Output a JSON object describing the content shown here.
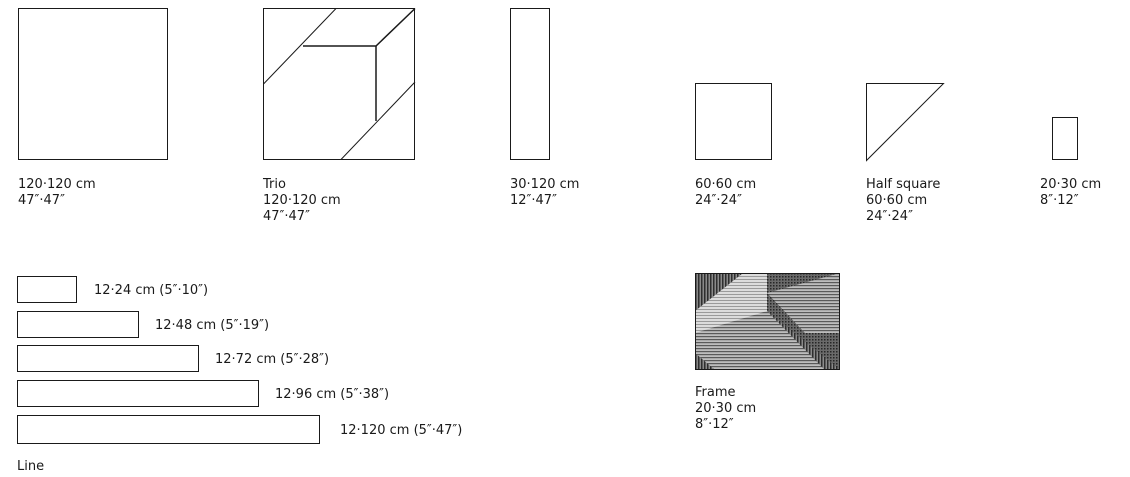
{
  "items": [
    {
      "lines": [
        "120·120 cm",
        "47″·47″"
      ]
    },
    {
      "lines": [
        "Trio",
        "120·120 cm",
        "47″·47″"
      ]
    },
    {
      "lines": [
        "30·120 cm",
        "12″·47″"
      ]
    },
    {
      "lines": [
        "60·60 cm",
        "24″·24″"
      ]
    },
    {
      "lines": [
        "Half square",
        "60·60 cm",
        "24″·24″"
      ]
    },
    {
      "lines": [
        "20·30 cm",
        "8″·12″"
      ]
    }
  ],
  "line_sizes": [
    "12·24 cm (5″·10″)",
    "12·48 cm (5″·19″)",
    "12·72 cm (5″·28″)",
    "12·96 cm (5″·38″)",
    "12·120 cm (5″·47″)"
  ],
  "line_label": "Line",
  "frame": {
    "lines": [
      "Frame",
      "20·30 cm",
      "8″·12″"
    ]
  }
}
